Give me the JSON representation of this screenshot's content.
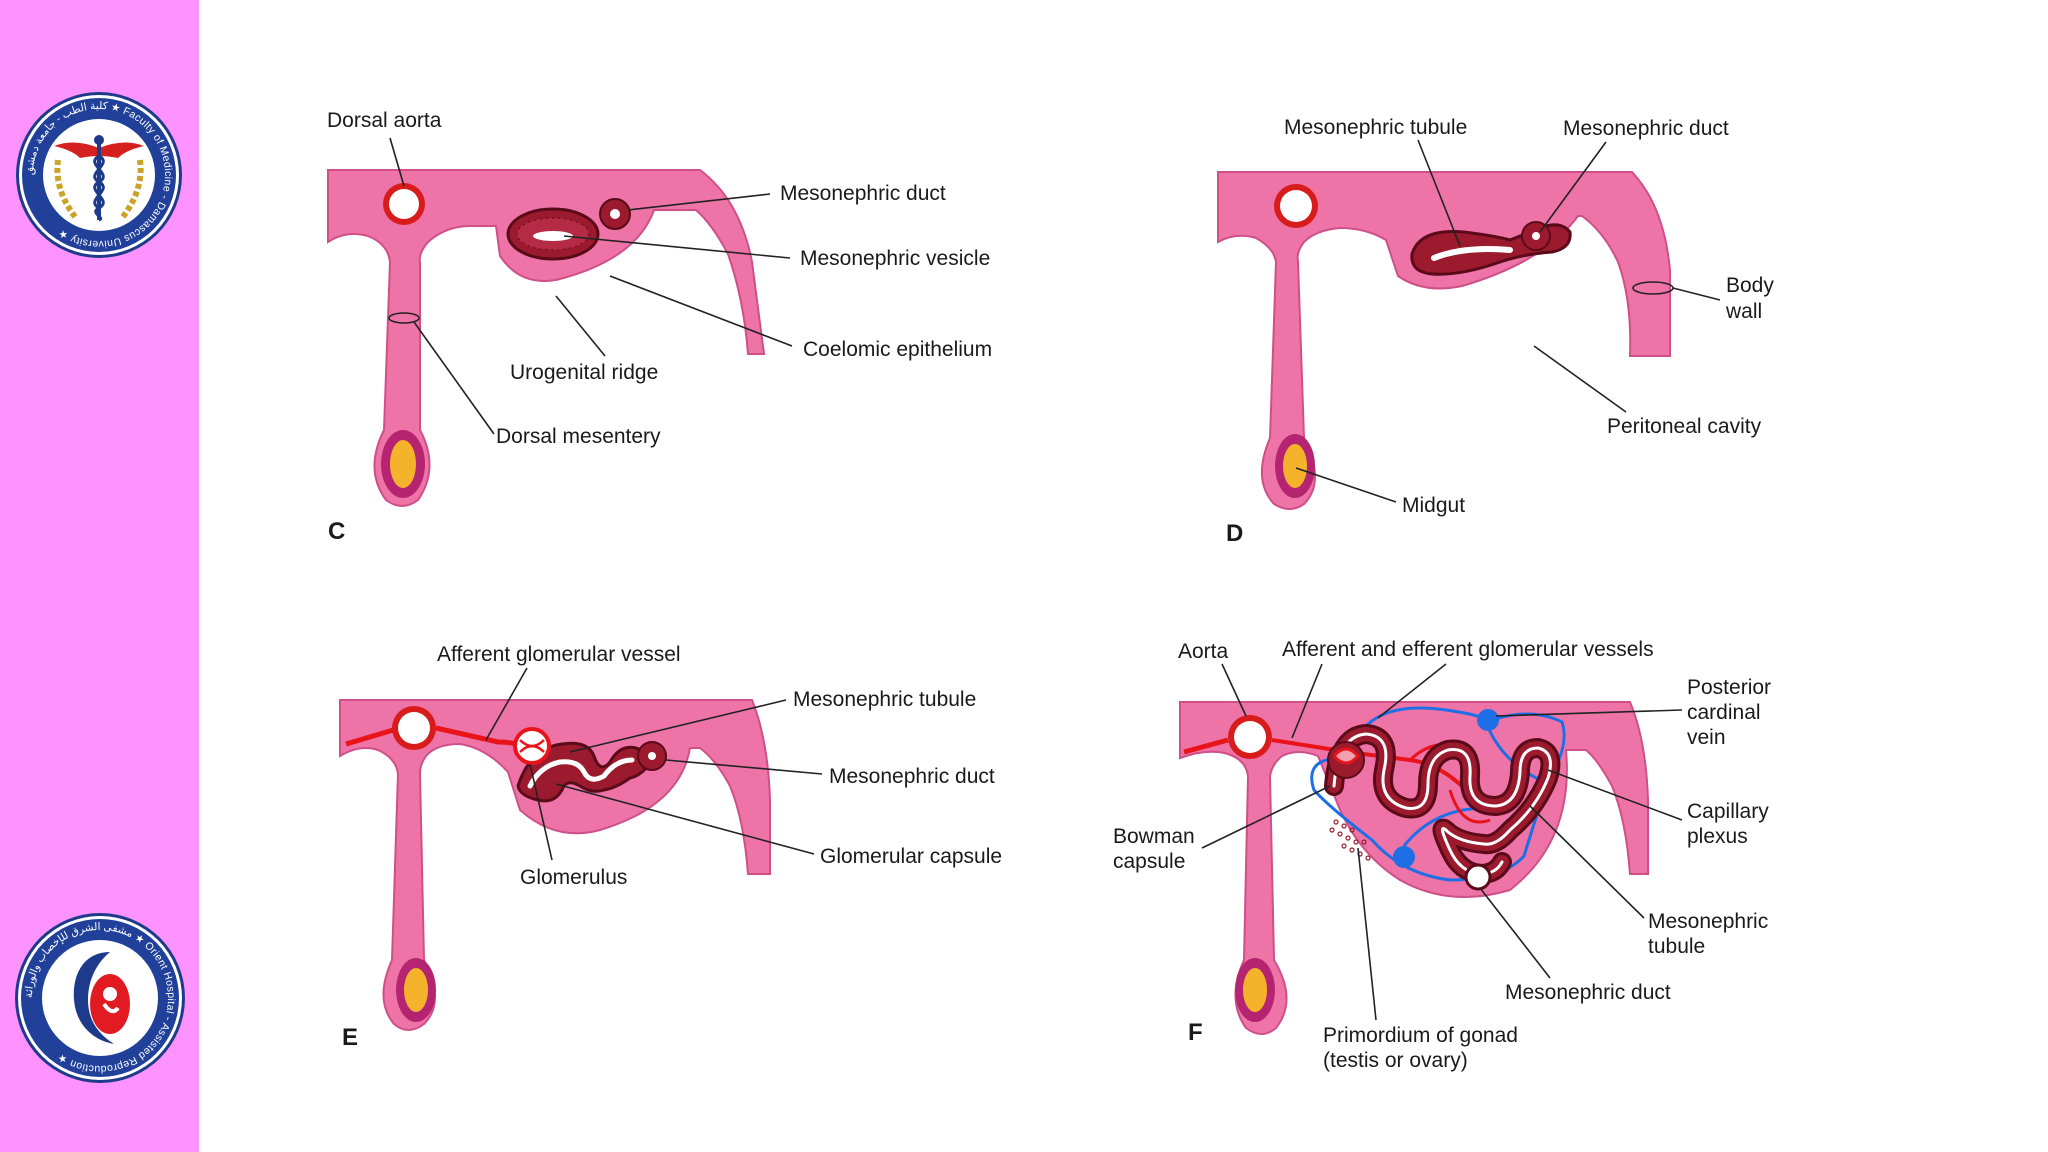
{
  "sidebar": {
    "logo_top": {
      "arc_text": "كلية الطب - جامعة دمشق ★ Faculty of Medicine - Damascus University ★"
    },
    "logo_bottom": {
      "arc_text": "مشفى الشرق للإخصاب والوراثة ★ Orient Hospital - Assisted Reproduction ★"
    }
  },
  "panels": {
    "C": {
      "letter": "C",
      "labels": {
        "dorsal_aorta": "Dorsal aorta",
        "mesonephric_duct": "Mesonephric duct",
        "mesonephric_vesicle": "Mesonephric vesicle",
        "coelomic_epithelium": "Coelomic epithelium",
        "urogenital_ridge": "Urogenital ridge",
        "dorsal_mesentery": "Dorsal mesentery"
      }
    },
    "D": {
      "letter": "D",
      "labels": {
        "mesonephric_tubule": "Mesonephric tubule",
        "mesonephric_duct": "Mesonephric duct",
        "body_wall_1": "Body",
        "body_wall_2": "wall",
        "peritoneal_cavity": "Peritoneal cavity",
        "midgut": "Midgut"
      }
    },
    "E": {
      "letter": "E",
      "labels": {
        "afferent_glomerular_vessel": "Afferent glomerular vessel",
        "mesonephric_tubule": "Mesonephric tubule",
        "mesonephric_duct": "Mesonephric duct",
        "glomerular_capsule": "Glomerular capsule",
        "glomerulus": "Glomerulus"
      }
    },
    "F": {
      "letter": "F",
      "labels": {
        "aorta": "Aorta",
        "afferent_efferent": "Afferent and efferent glomerular vessels",
        "posterior_cardinal_1": "Posterior",
        "posterior_cardinal_2": "cardinal",
        "posterior_cardinal_3": "vein",
        "capillary_plexus_1": "Capillary",
        "capillary_plexus_2": "plexus",
        "bowman_capsule_1": "Bowman",
        "bowman_capsule_2": "capsule",
        "mesonephric_tubule_1": "Mesonephric",
        "mesonephric_tubule_2": "tubule",
        "mesonephric_duct": "Mesonephric duct",
        "primordium_1": "Primordium of gonad",
        "primordium_2": "(testis or ovary)"
      }
    }
  }
}
